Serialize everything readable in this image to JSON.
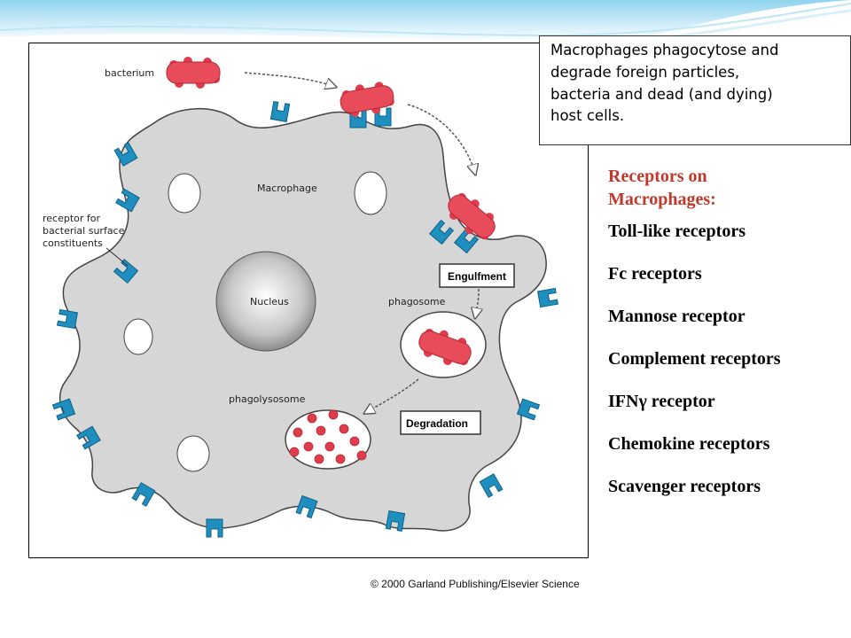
{
  "colors": {
    "accent_heading": "#c0392b",
    "bacterium": "#e84b5a",
    "receptor": "#1f8fc0",
    "cell": "#d6d6d6"
  },
  "figure": {
    "labels": {
      "bacterium": "bacterium",
      "macrophage": "Macrophage",
      "receptor_line1": "receptor for",
      "receptor_line2": "bacterial surface",
      "receptor_line3": "constituents",
      "nucleus": "Nucleus",
      "phagosome": "phagosome",
      "phagolysosome": "phagolysosome",
      "engulfment": "Engulfment",
      "degradation": "Degradation"
    },
    "copyright": "© 2000 Garland Publishing/Elsevier Science"
  },
  "callout": {
    "line1": "Macrophages phagocytose and",
    "line2": "degrade foreign particles,",
    "line3": "bacteria and dead (and dying)",
    "line4": "host cells."
  },
  "receptors": {
    "heading_line1": "Receptors on",
    "heading_line2": "Macrophages:",
    "items": [
      "Toll-like receptors",
      "Fc receptors",
      "Mannose receptor",
      "Complement receptors",
      "IFNγ receptor",
      "Chemokine receptors",
      "Scavenger receptors"
    ]
  }
}
